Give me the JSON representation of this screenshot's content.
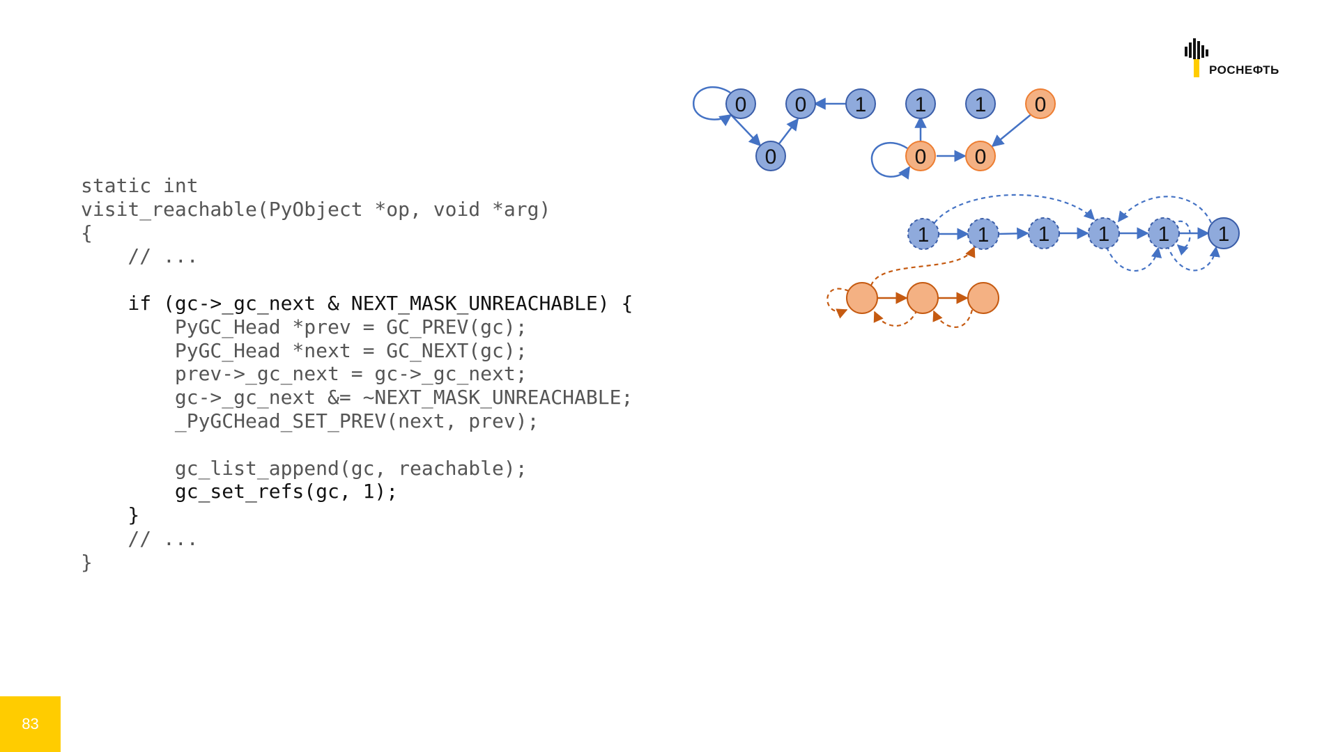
{
  "code_lines": [
    "static int",
    "visit_reachable(PyObject *op, void *arg)",
    "{",
    "    // ...",
    "",
    "    if (gc->_gc_next & NEXT_MASK_UNREACHABLE) {",
    "        PyGC_Head *prev = GC_PREV(gc);",
    "        PyGC_Head *next = GC_NEXT(gc);",
    "        prev->_gc_next = gc->_gc_next;",
    "        gc->_gc_next &= ~NEXT_MASK_UNREACHABLE;",
    "        _PyGCHead_SET_PREV(next, prev);",
    "",
    "        gc_list_append(gc, reachable);",
    "        gc_set_refs(gc, 1);",
    "    }",
    "    // ...",
    "}"
  ],
  "logo_text": "РОСНЕФТЬ",
  "page_number": "83",
  "graph_top": {
    "nodes": [
      {
        "label": "0",
        "color": "blue"
      },
      {
        "label": "0",
        "color": "blue"
      },
      {
        "label": "1",
        "color": "blue"
      },
      {
        "label": "0",
        "color": "blue"
      },
      {
        "label": "1",
        "color": "blue"
      },
      {
        "label": "1",
        "color": "blue"
      },
      {
        "label": "0",
        "color": "orange"
      },
      {
        "label": "0",
        "color": "orange"
      },
      {
        "label": "0",
        "color": "orange"
      }
    ]
  },
  "list_blue": {
    "nodes": [
      {
        "label": "1",
        "style": "dashed"
      },
      {
        "label": "1",
        "style": "dashed"
      },
      {
        "label": "1",
        "style": "dashed"
      },
      {
        "label": "1",
        "style": "dashed"
      },
      {
        "label": "1",
        "style": "dashed"
      },
      {
        "label": "1",
        "style": "solid"
      }
    ]
  },
  "list_orange": {
    "nodes": [
      {
        "label": ""
      },
      {
        "label": ""
      },
      {
        "label": ""
      }
    ]
  },
  "colors": {
    "blue_fill": "#8faadc",
    "blue_stroke": "#3a5da8",
    "orange_fill": "#f4b183",
    "orange_stroke": "#c55a11",
    "badge": "#ffcc00"
  }
}
